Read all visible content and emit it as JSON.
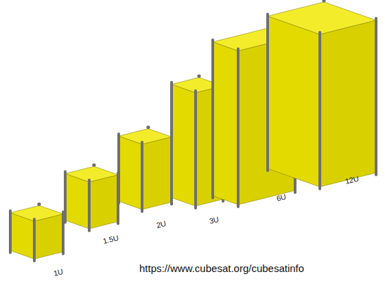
{
  "diagram": {
    "labels": [
      "1U",
      "1.5U",
      "2U",
      "3U",
      "6U",
      "12U",
      "https://www.cubesat.org/cubesatinfo"
    ]
  }
}
